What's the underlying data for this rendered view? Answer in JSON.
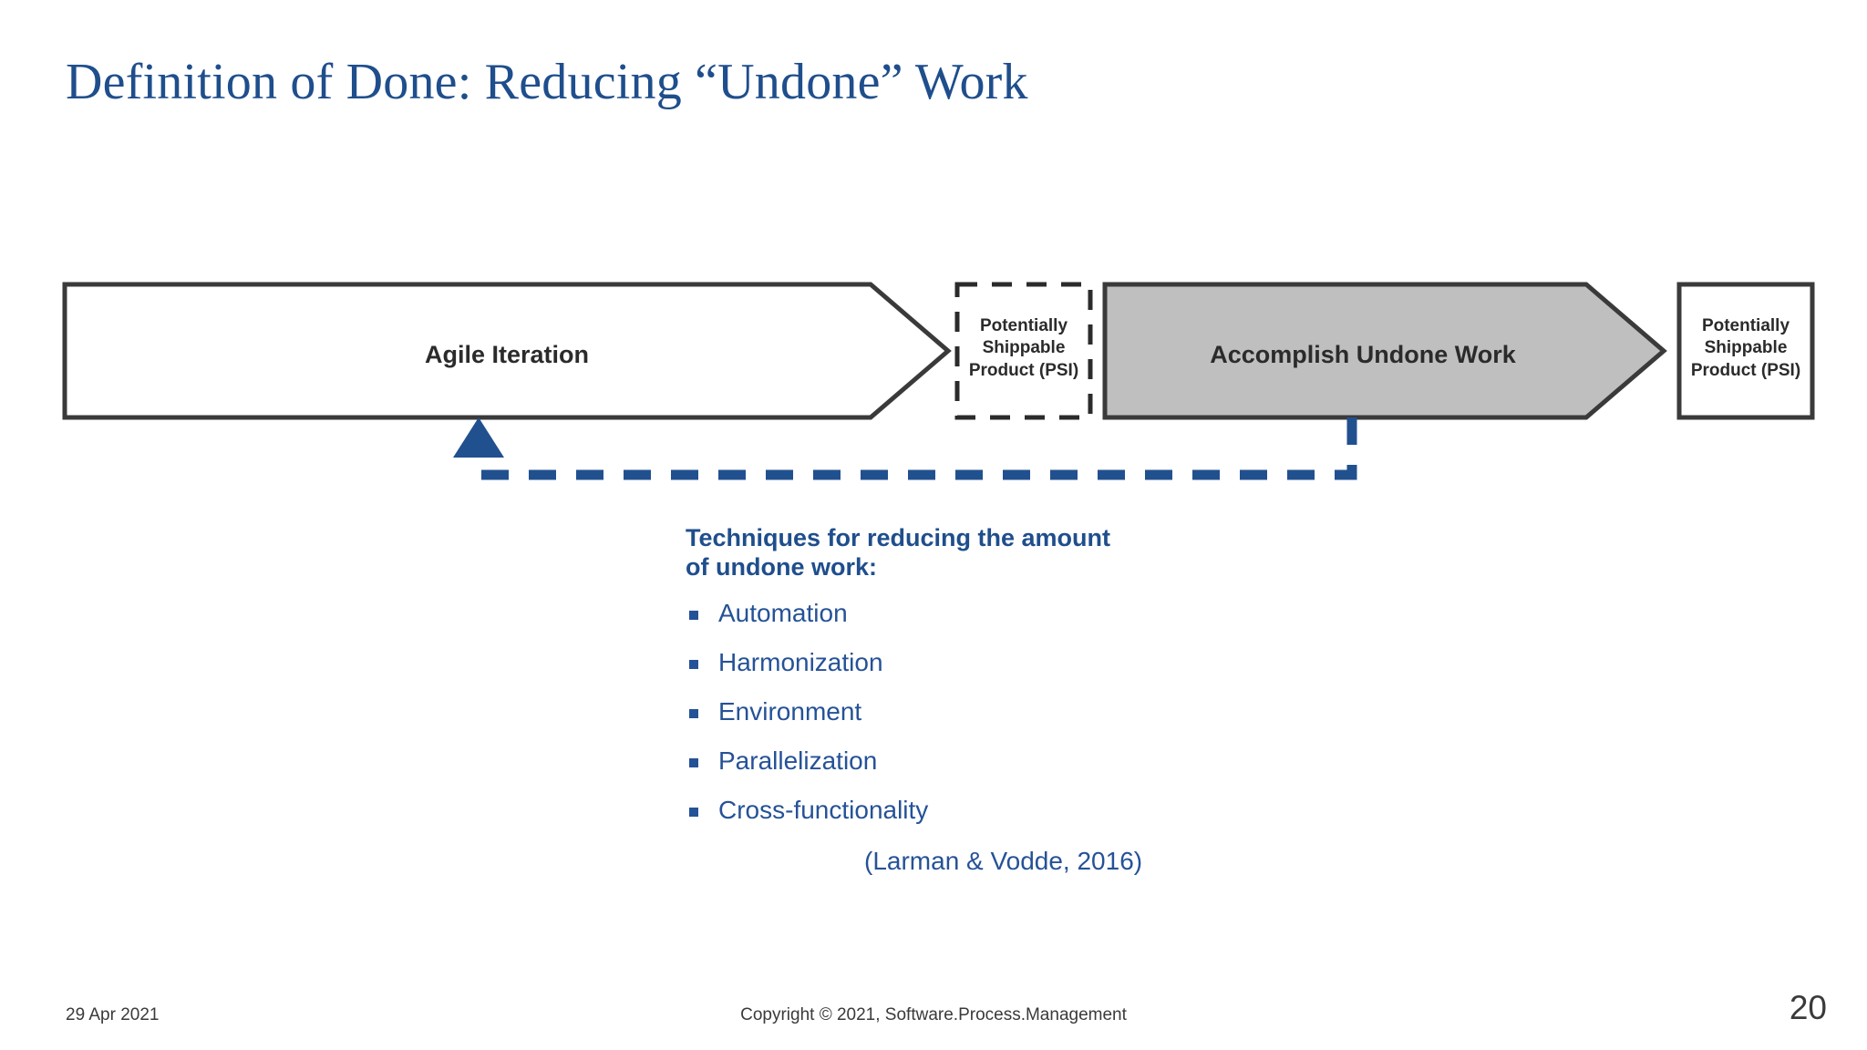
{
  "slide": {
    "title": "Definition of Done: Reducing “Undone” Work"
  },
  "diagram": {
    "agile_iteration_label": "Agile Iteration",
    "psi_dashed": {
      "line1": "Potentially",
      "line2": "Shippable",
      "line3": "Product (PSI)"
    },
    "accomplish_undone_label": "Accomplish Undone Work",
    "psi_solid": {
      "line1": "Potentially",
      "line2": "Shippable",
      "line3": "Product (PSI)"
    },
    "colors": {
      "outline": "#3A3A3A",
      "gray_fill": "#BFBFBF",
      "white_fill": "#FFFFFF",
      "feedback_arrow": "#21508F"
    },
    "feedback_arrow_name": "feedback-loop-arrow"
  },
  "techniques": {
    "heading_line1": "Techniques for reducing the amount",
    "heading_line2": "of undone work:",
    "items": [
      {
        "label": "Automation"
      },
      {
        "label": "Harmonization"
      },
      {
        "label": "Environment"
      },
      {
        "label": "Parallelization"
      },
      {
        "label": "Cross-functionality"
      }
    ],
    "citation": "(Larman & Vodde, 2016)",
    "accent_color": "#1F4E8C"
  },
  "footer": {
    "date": "29 Apr 2021",
    "copyright": "Copyright © 2021, Software.Process.Management",
    "page_number": "20"
  }
}
